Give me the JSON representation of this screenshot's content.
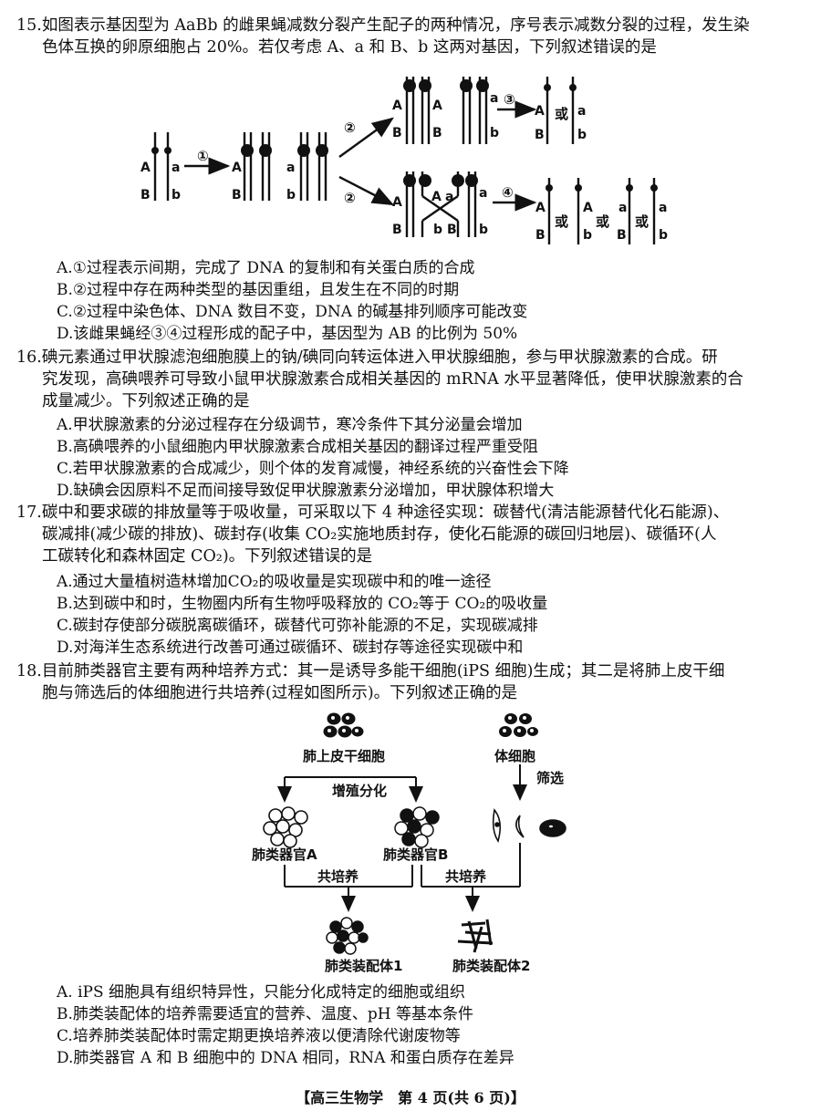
{
  "q15": {
    "stem_l1": "15.如图表示基因型为 AaBb 的雌果蝇减数分裂产生配子的两种情况，序号表示减数分裂的过程，发生染",
    "stem_l2": "色体互换的卵原细胞占 20%。若仅考虑 A、a 和 B、b 这两对基因，下列叙述错误的是",
    "figure": {
      "allele_A": "A",
      "allele_a": "a",
      "allele_B": "B",
      "allele_b": "b",
      "step1": "①",
      "step2": "②",
      "step3": "③",
      "step4": "④",
      "or": "或"
    },
    "options": [
      "A.①过程表示间期，完成了 DNA 的复制和有关蛋白质的合成",
      "B.②过程中存在两种类型的基因重组，且发生在不同的时期",
      "C.②过程中染色体、DNA 数目不变，DNA 的碱基排列顺序可能改变",
      "D.该雌果蝇经③④过程形成的配子中，基因型为 AB 的比例为 50%"
    ]
  },
  "q16": {
    "stem_l1": "16.碘元素通过甲状腺滤泡细胞膜上的钠/碘同向转运体进入甲状腺细胞，参与甲状腺激素的合成。研",
    "stem_l2": "究发现，高碘喂养可导致小鼠甲状腺激素合成相关基因的 mRNA 水平显著降低，使甲状腺激素的合",
    "stem_l3": "成量减少。下列叙述正确的是",
    "options": [
      "A.甲状腺激素的分泌过程存在分级调节，寒冷条件下其分泌量会增加",
      "B.高碘喂养的小鼠细胞内甲状腺激素合成相关基因的翻译过程严重受阻",
      "C.若甲状腺激素的合成减少，则个体的发育减慢，神经系统的兴奋性会下降",
      "D.缺碘会因原料不足而间接导致促甲状腺激素分泌增加，甲状腺体积增大"
    ]
  },
  "q17": {
    "stem_l1": "17.碳中和要求碳的排放量等于吸收量，可采取以下 4 种途径实现：碳替代(清洁能源替代化石能源)、",
    "stem_l2": "碳减排(减少碳的排放)、碳封存(收集 CO₂实施地质封存，使化石能源的碳回归地层)、碳循环(人",
    "stem_l3": "工碳转化和森林固定 CO₂)。下列叙述错误的是",
    "options": [
      "A.通过大量植树造林增加CO₂的吸收量是实现碳中和的唯一途径",
      "B.达到碳中和时，生物圈内所有生物呼吸释放的 CO₂等于 CO₂的吸收量",
      "C.碳封存使部分碳脱离碳循环，碳替代可弥补能源的不足，实现碳减排",
      "D.对海洋生态系统进行改善可通过碳循环、碳封存等途径实现碳中和"
    ]
  },
  "q18": {
    "stem_l1": "18.目前肺类器官主要有两种培养方式：其一是诱导多能干细胞(iPS 细胞)生成；其二是将肺上皮干细",
    "stem_l2": "胞与筛选后的体细胞进行共培养(过程如图所示)。下列叙述正确的是",
    "figure": {
      "lung_stem": "肺上皮干细胞",
      "somatic": "体细胞",
      "screen": "筛选",
      "prolif": "增殖分化",
      "organ_a": "肺类器官A",
      "organ_b": "肺类器官B",
      "cocult1": "共培养",
      "cocult2": "共培养",
      "assembly1": "肺类装配体1",
      "assembly2": "肺类装配体2"
    },
    "options": [
      "A. iPS 细胞具有组织特异性，只能分化成特定的细胞或组织",
      "B.肺类装配体的培养需要适宜的营养、温度、pH 等基本条件",
      "C.培养肺类装配体时需定期更换培养液以便清除代谢废物等",
      "D.肺类器官 A 和 B 细胞中的 DNA 相同，RNA 和蛋白质存在差异"
    ]
  },
  "footer": "【高三生物学　第 4 页(共 6 页)】"
}
